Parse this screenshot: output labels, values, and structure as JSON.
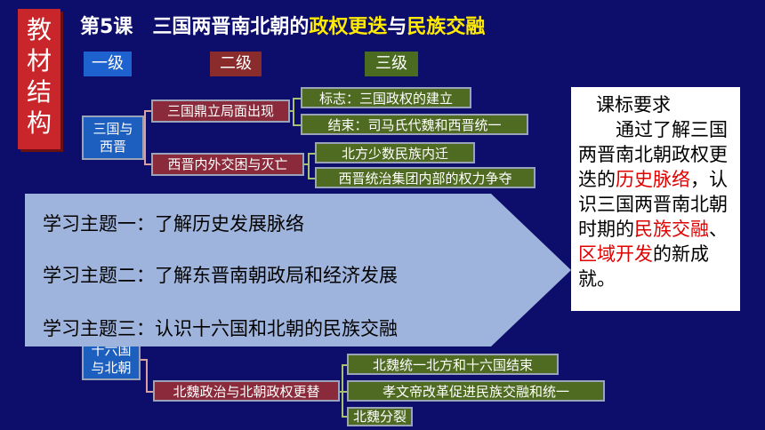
{
  "side_tab": [
    "教",
    "材",
    "结",
    "构"
  ],
  "title": {
    "lesson": "第5课",
    "part1": "三国两晋南北朝的",
    "part2": "政权更迭",
    "part3": "与",
    "part4": "民族交融"
  },
  "levels": {
    "l1": "一级",
    "l2": "二级",
    "l3": "三级"
  },
  "tree": {
    "sanguo_l1": "三国与",
    "sanguo_l2": "西晋",
    "dingli": "三国鼎立局面出现",
    "biaozhi": "标志：三国政权的建立",
    "jieshu": "结束：司马氏代魏和西晋统一",
    "xijin": "西晋内外交困与灭亡",
    "beifang": "北方少数民族内迁",
    "neibu": "西晋统治集团内部的权力争夺",
    "shiliu_l1": "十六国",
    "shiliu_l2": "与北朝",
    "beiwei_zz": "北魏政治与北朝政权更替",
    "tongyi": "北魏统一北方和十六国结束",
    "xiaowen": "孝文帝改革促进民族交融和统一",
    "fenlie": "北魏分裂"
  },
  "themes": [
    "学习主题一：了解历史发展脉络",
    "学习主题二：了解东晋南朝政局和经济发展",
    "学习主题三：认识十六国和北朝的民族交融"
  ],
  "curriculum": {
    "title": "课标要求",
    "t1": "　　通过了解三国两晋南北朝政权更迭的",
    "r1": "历史脉络",
    "t2": "，认识三国两晋南北朝时期的",
    "r2": "民族交融",
    "t3": "、",
    "r3": "区域开发",
    "t4": "的新成就。"
  },
  "colors": {
    "background": "#0d0d6b",
    "side_tab": "#c8262a",
    "title_highlight": "#ffeb00",
    "level1": "#1e62d0",
    "level2": "#8b2c2c",
    "level3": "#4a6b20",
    "arrow": "#9fb4dc",
    "highlight_red": "#e00000"
  }
}
